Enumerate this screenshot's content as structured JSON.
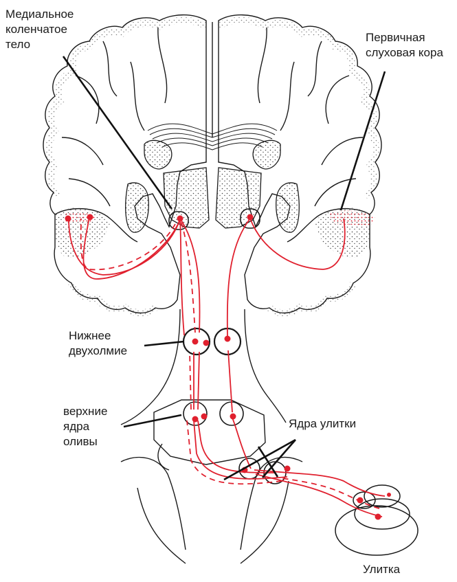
{
  "labels": {
    "medial_geniculate": [
      "Медиальное",
      "коленчатое",
      "тело"
    ],
    "primary_auditory_cortex": [
      "Первичная",
      "слуховая кора"
    ],
    "inferior_colliculus": [
      "Нижнее",
      "двухолмие"
    ],
    "superior_olive": [
      "верхние",
      "ядра",
      "оливы"
    ],
    "cochlear_nuclei": "Ядра улитки",
    "cochlea": "Улитка"
  },
  "colors": {
    "pathway": "#e0202e",
    "outline": "#1a1a1a",
    "stipple": "#555555"
  }
}
